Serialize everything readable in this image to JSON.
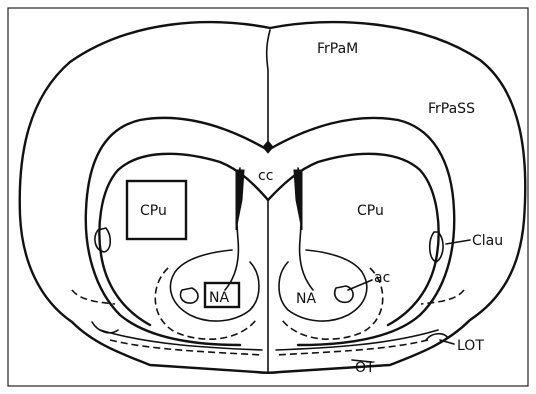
{
  "labels": {
    "frpam": "FrPaM",
    "frpass": "FrPaSS",
    "cc": "cc",
    "cpu_left": "CPu",
    "cpu_right": "CPu",
    "clau": "Clau",
    "ac": "ac",
    "na_left": "NA",
    "na_right": "NA",
    "lot": "LOT",
    "ot": "OT"
  }
}
